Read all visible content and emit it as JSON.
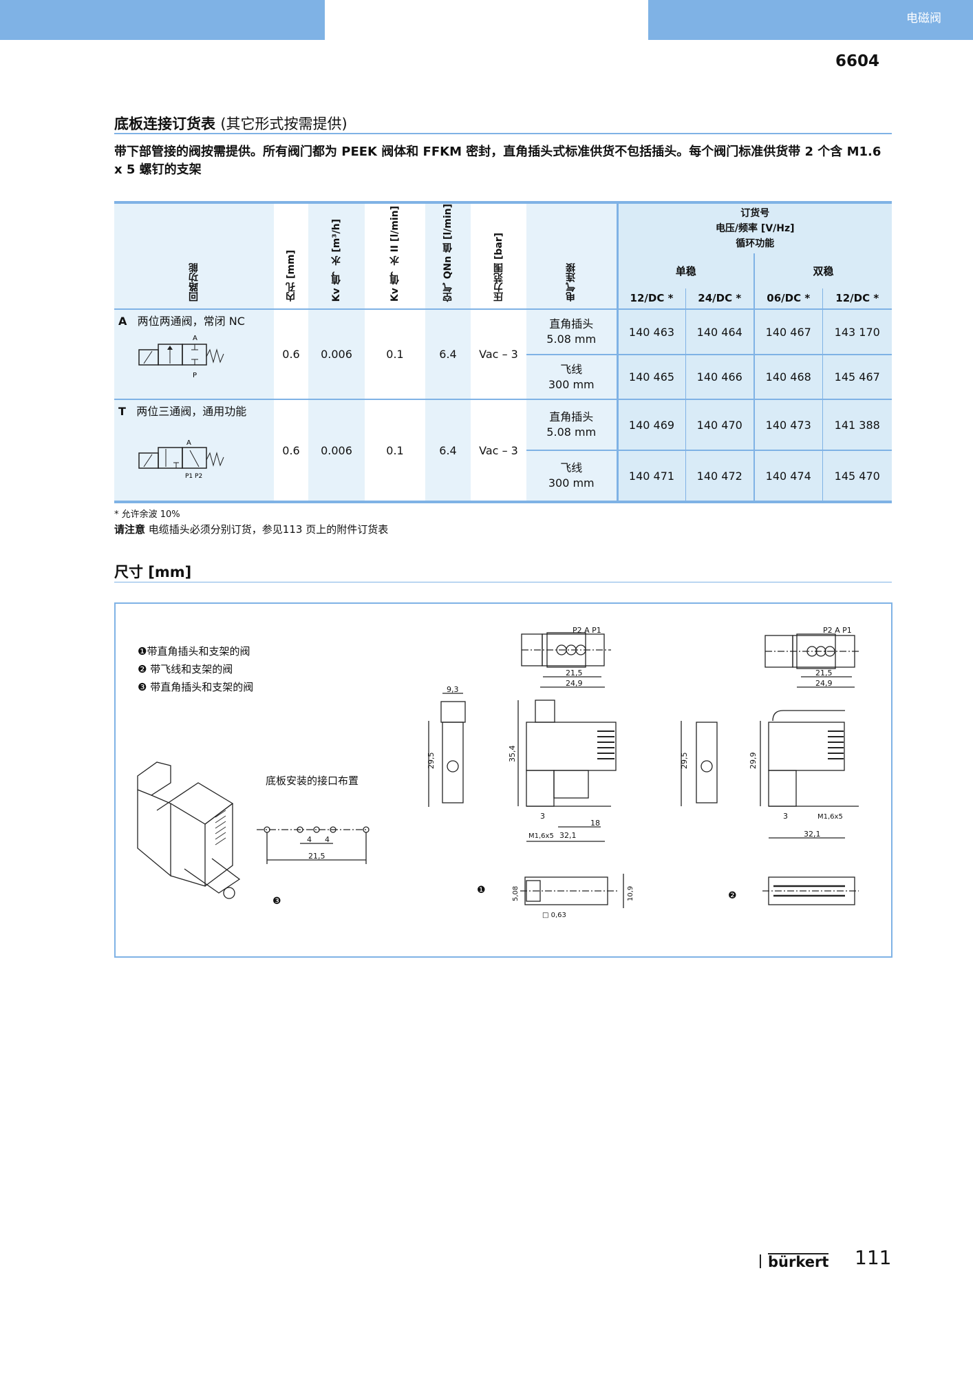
{
  "header": {
    "category": "电磁阀",
    "model": "6604"
  },
  "ordering": {
    "title": "底板连接订货表",
    "title_note": "(其它形式按需提供)",
    "description": "带下部管接的阀按需提供。所有阀门都为 PEEK 阀体和 FFKM 密封，直角插头式标准供货不包括插头。每个阀门标准供货带 2 个含 M1.6 x 5 螺钉的支架",
    "columns": {
      "function": "回路功能",
      "orifice": "内孔 [mm]",
      "kv_water": "Kv 值，水 [m³/h]",
      "kv_water2": "Kv 值，水 II [l/min]",
      "air": "空气 QNn 值 [l/min]",
      "pressure": "压力范围 [bar]",
      "electrical": "电气连接",
      "order_no": "订货号",
      "voltage": "电压/频率 [V/Hz]",
      "cycle": "循环功能",
      "mono": "单稳",
      "bi": "双稳",
      "v1": "12/DC *",
      "v2": "24/DC *",
      "v3": "06/DC *",
      "v4": "12/DC *"
    },
    "rows": [
      {
        "code": "A",
        "function": "两位两通阀，常闭 NC",
        "symbol_ports": [
          "A",
          "P"
        ],
        "orifice": "0.6",
        "kv": "0.006",
        "kv2": "0.1",
        "air": "6.4",
        "pressure": "Vac – 3",
        "variants": [
          {
            "conn1": "直角插头",
            "conn2": "5.08 mm",
            "orders": [
              "140 463",
              "140 464",
              "140 467",
              "143 170"
            ]
          },
          {
            "conn1": "飞线",
            "conn2": "300 mm",
            "orders": [
              "140 465",
              "140 466",
              "140 468",
              "145 467"
            ]
          }
        ]
      },
      {
        "code": "T",
        "function": "两位三通阀，通用功能",
        "symbol_ports": [
          "A",
          "P1 P2"
        ],
        "orifice": "0.6",
        "kv": "0.006",
        "kv2": "0.1",
        "air": "6.4",
        "pressure": "Vac – 3",
        "variants": [
          {
            "conn1": "直角插头",
            "conn2": "5.08 mm",
            "orders": [
              "140 469",
              "140 470",
              "140 473",
              "141 388"
            ]
          },
          {
            "conn1": "飞线",
            "conn2": "300 mm",
            "orders": [
              "140 471",
              "140 472",
              "140 474",
              "145 470"
            ]
          }
        ]
      }
    ],
    "footnote": "* 允许余波 10%",
    "note_label": "请注意",
    "note": "电缆插头必须分别订货，参见113 页上的附件订货表"
  },
  "dimensions": {
    "title": "尺寸 [mm]",
    "legend": [
      "❶带直角插头和支架的阀",
      "❷ 带飞线和支架的阀",
      "❸ 带直角插头和支架的阀"
    ],
    "base_label": "底板安装的接口布置",
    "labels": {
      "ports1": "P2  A  P1",
      "ports2": "P2 A P1",
      "d215": "21,5",
      "d249": "24,9",
      "d93": "9,3",
      "d295": "29,5",
      "d354": "35,4",
      "d299": "29,9",
      "d3": "3",
      "d18": "18",
      "d321": "32,1",
      "screw": "M1,6x5",
      "d508": "5,08",
      "d109": "10,9",
      "d063": "□ 0,63",
      "d4": "4",
      "n1": "❶",
      "n2": "❷",
      "n3": "❸"
    }
  },
  "footer": {
    "brand": "bürkert",
    "page": "111"
  }
}
